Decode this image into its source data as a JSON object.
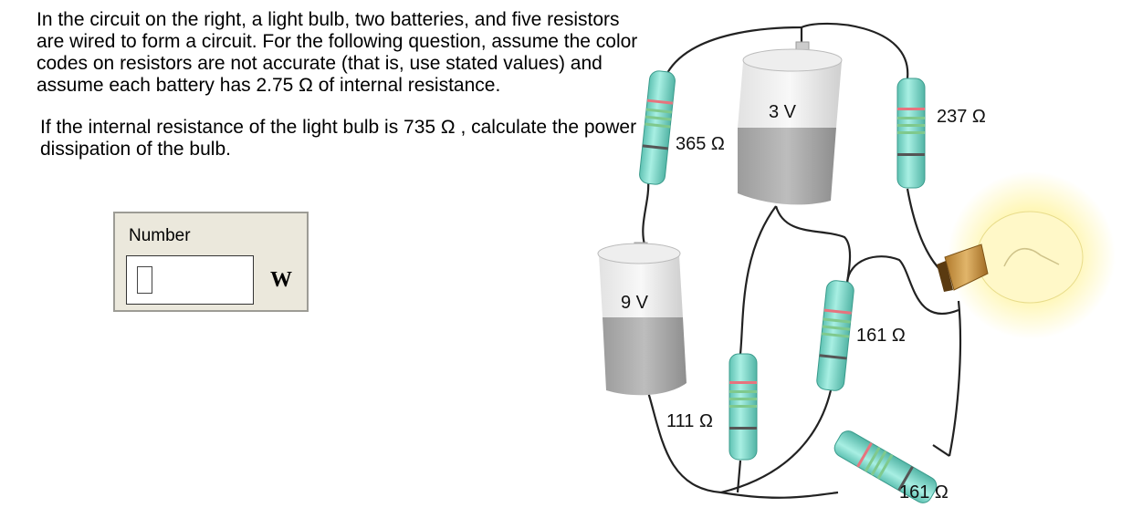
{
  "question": {
    "intro": "In the circuit on the right, a light bulb, two batteries, and five resistors are wired to form a circuit. For the following question, assume the color codes on resistors are not accurate (that is, use stated values) and assume each battery has 2.75 Ω of internal resistance.",
    "prompt": "If the internal resistance of the light bulb is 735 Ω , calculate the power dissipation of the bulb."
  },
  "answer": {
    "label": "Number",
    "value": "",
    "unit": "W"
  },
  "diagram": {
    "batteries": [
      {
        "id": "battery-top",
        "label": "3 V"
      },
      {
        "id": "battery-left",
        "label": "9 V"
      }
    ],
    "resistors": [
      {
        "id": "resistor-top-left",
        "label": "365 Ω"
      },
      {
        "id": "resistor-top-right",
        "label": "237 Ω"
      },
      {
        "id": "resistor-middle",
        "label": "161 Ω"
      },
      {
        "id": "resistor-lower-left",
        "label": "111 Ω"
      },
      {
        "id": "resistor-bottom",
        "label": "161 Ω"
      }
    ],
    "colors": {
      "resistor_body": "#8fe0d3",
      "band_red": "#e7737e",
      "band_green": "#7fc98d",
      "band_dark": "#555555",
      "wire": "#222222",
      "bulb_glow": "#fff3a0"
    }
  }
}
